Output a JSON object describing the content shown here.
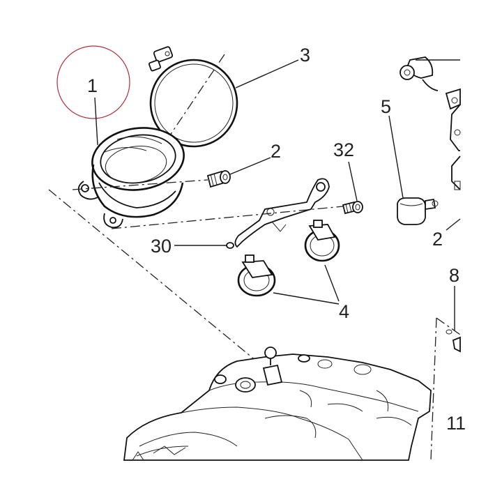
{
  "labels": {
    "l1": "1",
    "l2a": "2",
    "l2b": "2",
    "l3": "3",
    "l4": "4",
    "l5": "5",
    "l8": "8",
    "l11": "11",
    "l30": "30",
    "l32": "32"
  },
  "highlight_color": "#b0303a"
}
